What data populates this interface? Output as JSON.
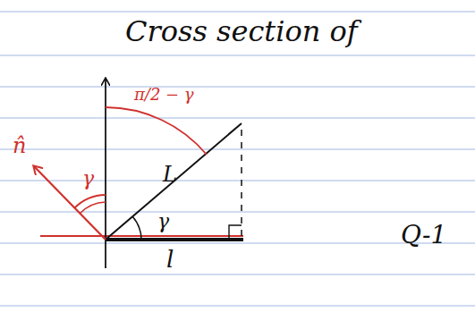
{
  "diagram": {
    "title": "Cross section of",
    "labels": [
      "π/2 − γ",
      "n̂",
      "γ",
      "L",
      "γ",
      "l",
      "Q-1"
    ]
  }
}
